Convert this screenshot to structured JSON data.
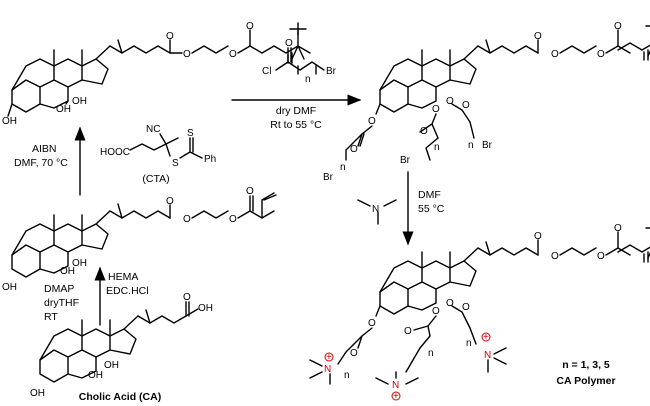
{
  "labels": {
    "oh": "OH",
    "o": "O",
    "br": "Br",
    "cl": "Cl",
    "n_sub": "n",
    "n_plus": "N",
    "nc": "NC",
    "s": "S",
    "hooc": "HOOC",
    "ph": "Ph",
    "plus": "+"
  },
  "conditions": {
    "aibn_line1": "AIBN",
    "aibn_line2": "DMF, 70 °C",
    "cta_label": "(CTA)",
    "hema_line1": "DMAP",
    "hema_line2": "dryTHF",
    "hema_line3": "RT",
    "hema_line4": "HEMA",
    "hema_line5": "EDC.HCl",
    "acyl_line1": "dry DMF",
    "acyl_line2": "Rt to 55 °C",
    "amine_line1": "DMF",
    "amine_line2": "55 °C"
  },
  "captions": {
    "cholic_acid": "Cholic Acid (CA)",
    "n_values": "n = 1, 3, 5",
    "polymer": "CA Polymer"
  }
}
